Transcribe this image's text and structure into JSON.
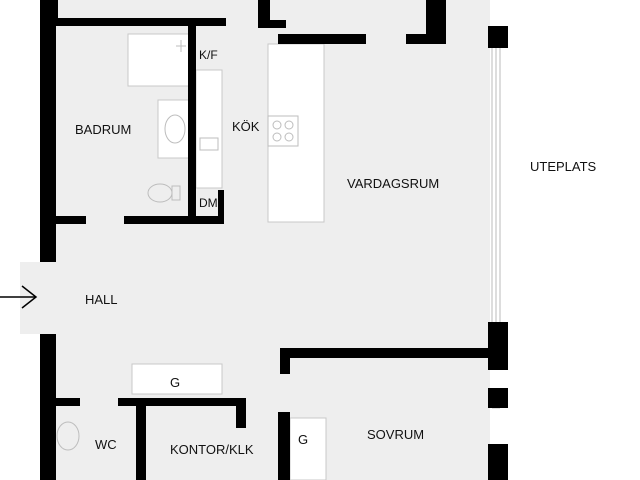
{
  "rooms": {
    "kf": "K/F",
    "badrum": "BADRUM",
    "kok": "KÖK",
    "dm": "DM",
    "vardagsrum": "VARDAGSRUM",
    "uteplats": "UTEPLATS",
    "hall": "HALL",
    "g_hall": "G",
    "wc": "WC",
    "kontor": "KONTOR/KLK",
    "g_sovrum": "G",
    "sovrum": "SOVRUM"
  },
  "colors": {
    "wall": "#000000",
    "floor": "#eeeeee",
    "fixture": "#ffffff",
    "fixture_stroke": "#c8c8c8",
    "background": "#ffffff"
  },
  "icons": {
    "entrance": "entrance-arrow-icon",
    "stove": "stove-icon",
    "sink": "sink-icon",
    "toilet": "toilet-icon"
  }
}
